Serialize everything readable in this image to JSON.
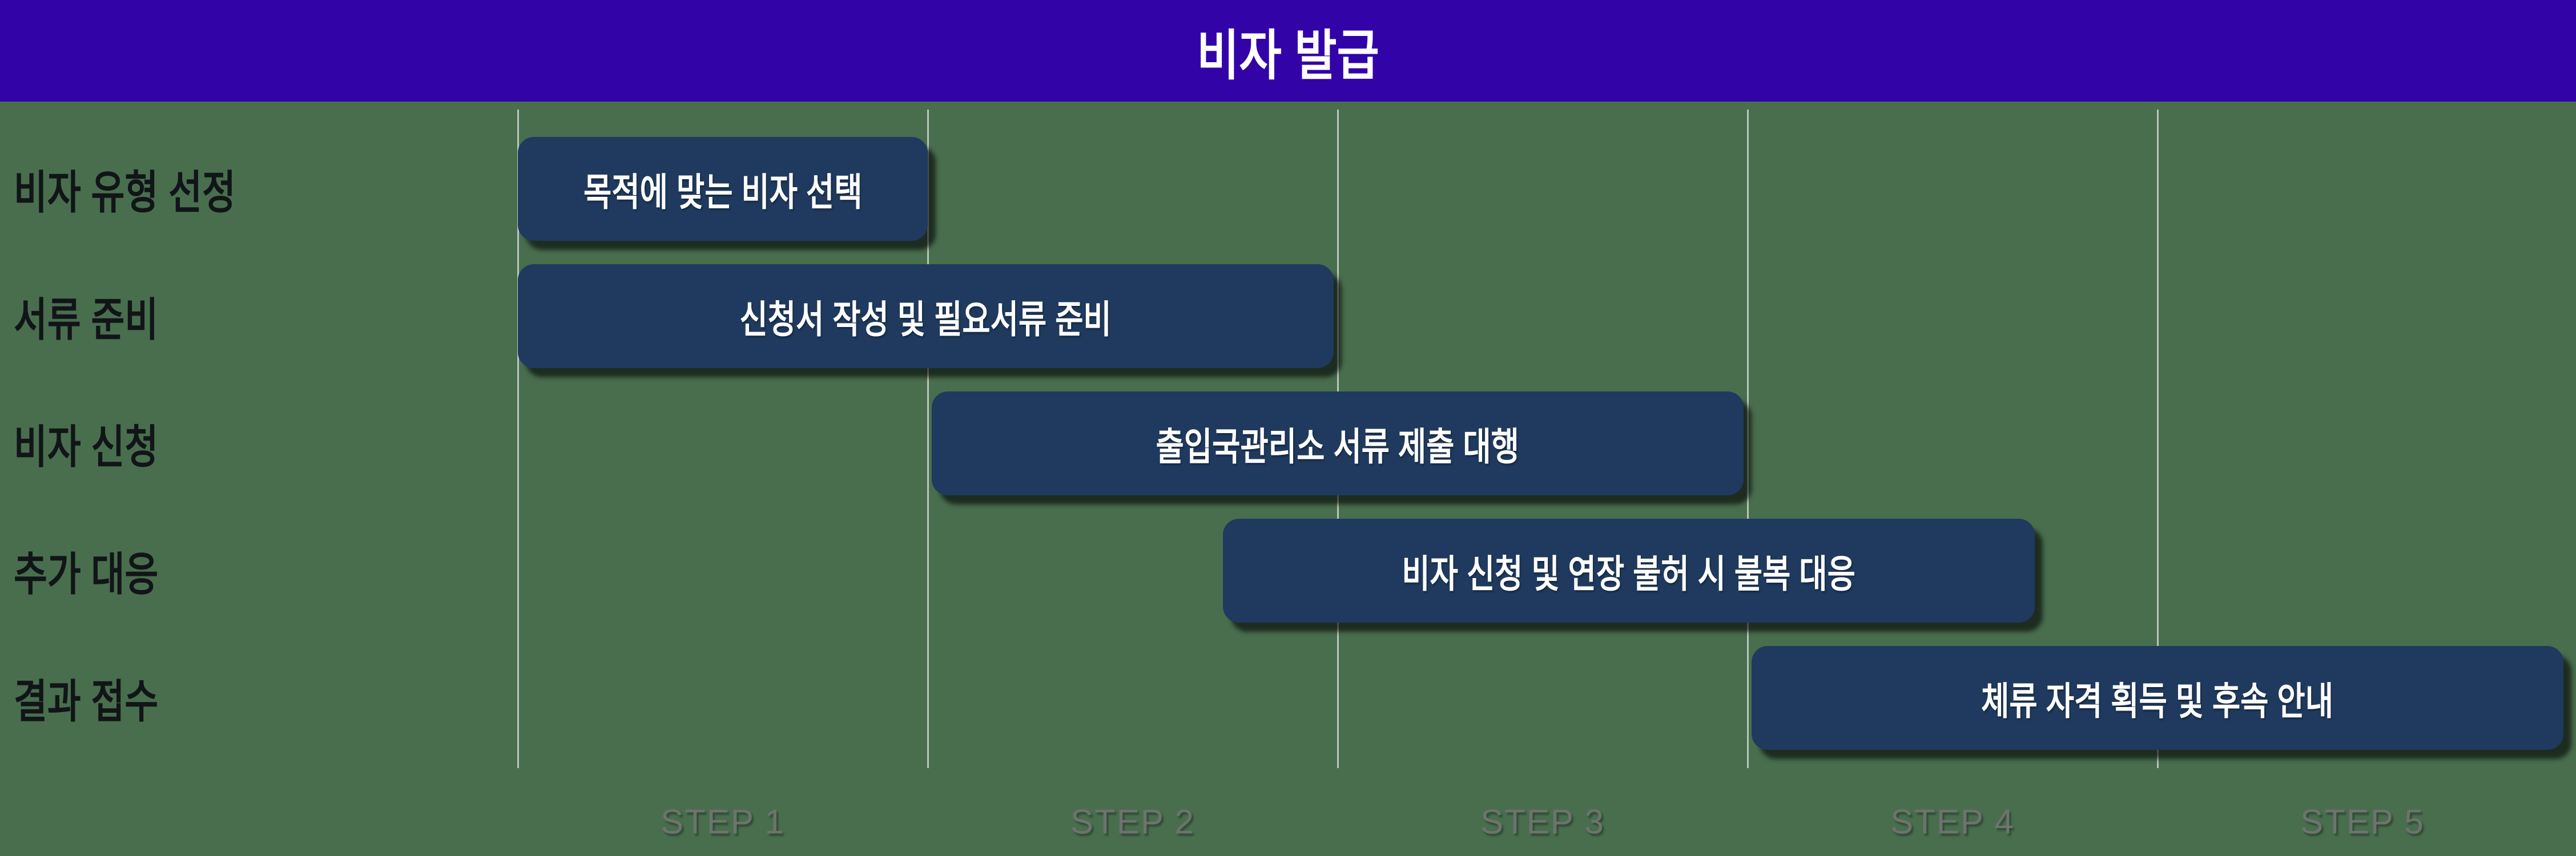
{
  "chart_data": {
    "type": "gantt",
    "title": "비자 발급",
    "x_categories": [
      "STEP 1",
      "STEP 2",
      "STEP 3",
      "STEP 4",
      "STEP 5"
    ],
    "x_range_steps": [
      0,
      5
    ],
    "gridlines": "vertical lines at each step boundary (5 lines)",
    "legend": "none",
    "rows": [
      {
        "label": "비자 유형 선정",
        "task": "목적에 맞는 비자 선택",
        "start_step": 0.0,
        "end_step": 1.0
      },
      {
        "label": "서류 준비",
        "task": "신청서 작성 및 필요서류 준비",
        "start_step": 0.0,
        "end_step": 1.99
      },
      {
        "label": "비자 신청",
        "task": "출입국관리소 서류 제출 대행",
        "start_step": 1.01,
        "end_step": 2.99
      },
      {
        "label": "추가 대응",
        "task": "비자 신청 및 연장 불허 시 불복 대응",
        "start_step": 1.72,
        "end_step": 3.7
      },
      {
        "label": "결과 접수",
        "task": "체류 자격 획득 및 후속 안내",
        "start_step": 3.01,
        "end_step": 4.99
      }
    ]
  },
  "colors": {
    "background": "#486E4E",
    "banner": "#3204A8",
    "bar": "#1F3A5E",
    "gridline": "#BCC3BC",
    "row_label_text": "#121518",
    "step_label_text": "#6E736E",
    "bar_text": "#FFFFFF",
    "title_text": "#FFFFFF"
  }
}
